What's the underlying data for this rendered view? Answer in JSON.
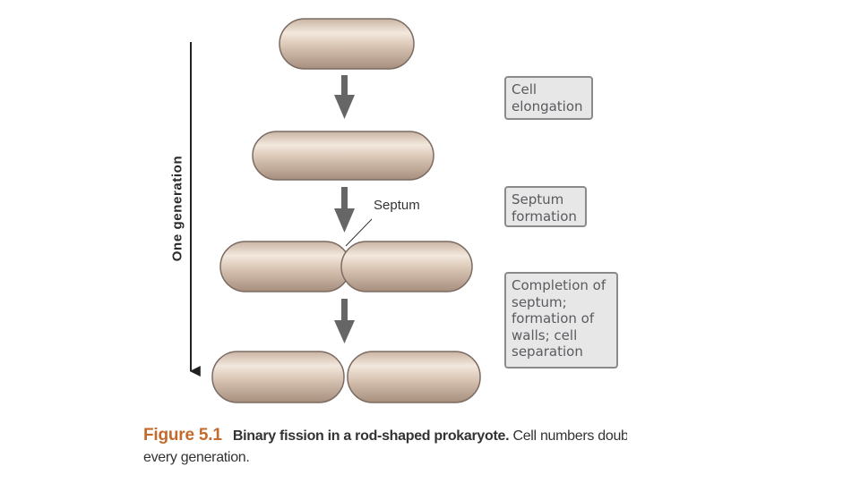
{
  "generation_label": "One generation",
  "septum_label": "Septum",
  "stages": [
    {
      "text": "Cell\nelongation"
    },
    {
      "text": "Septum\nformation"
    },
    {
      "text": "Completion of\nseptum;\nformation of\nwalls; cell\nseparation"
    }
  ],
  "caption": {
    "figure_number": "Figure 5.1",
    "title": "Binary fission in a rod-shaped prokaryote.",
    "text_line1": "Cell numbers double",
    "text_line2": "every generation."
  },
  "colors": {
    "cell_fill": "#d6c0ad",
    "cell_highlight": "#f3e8dd",
    "cell_outline": "#7b6b62",
    "arrow": "#666666",
    "figure_number": "#c36a2d",
    "box_fill": "#e7e7e8",
    "box_border": "#8a8a8d"
  }
}
